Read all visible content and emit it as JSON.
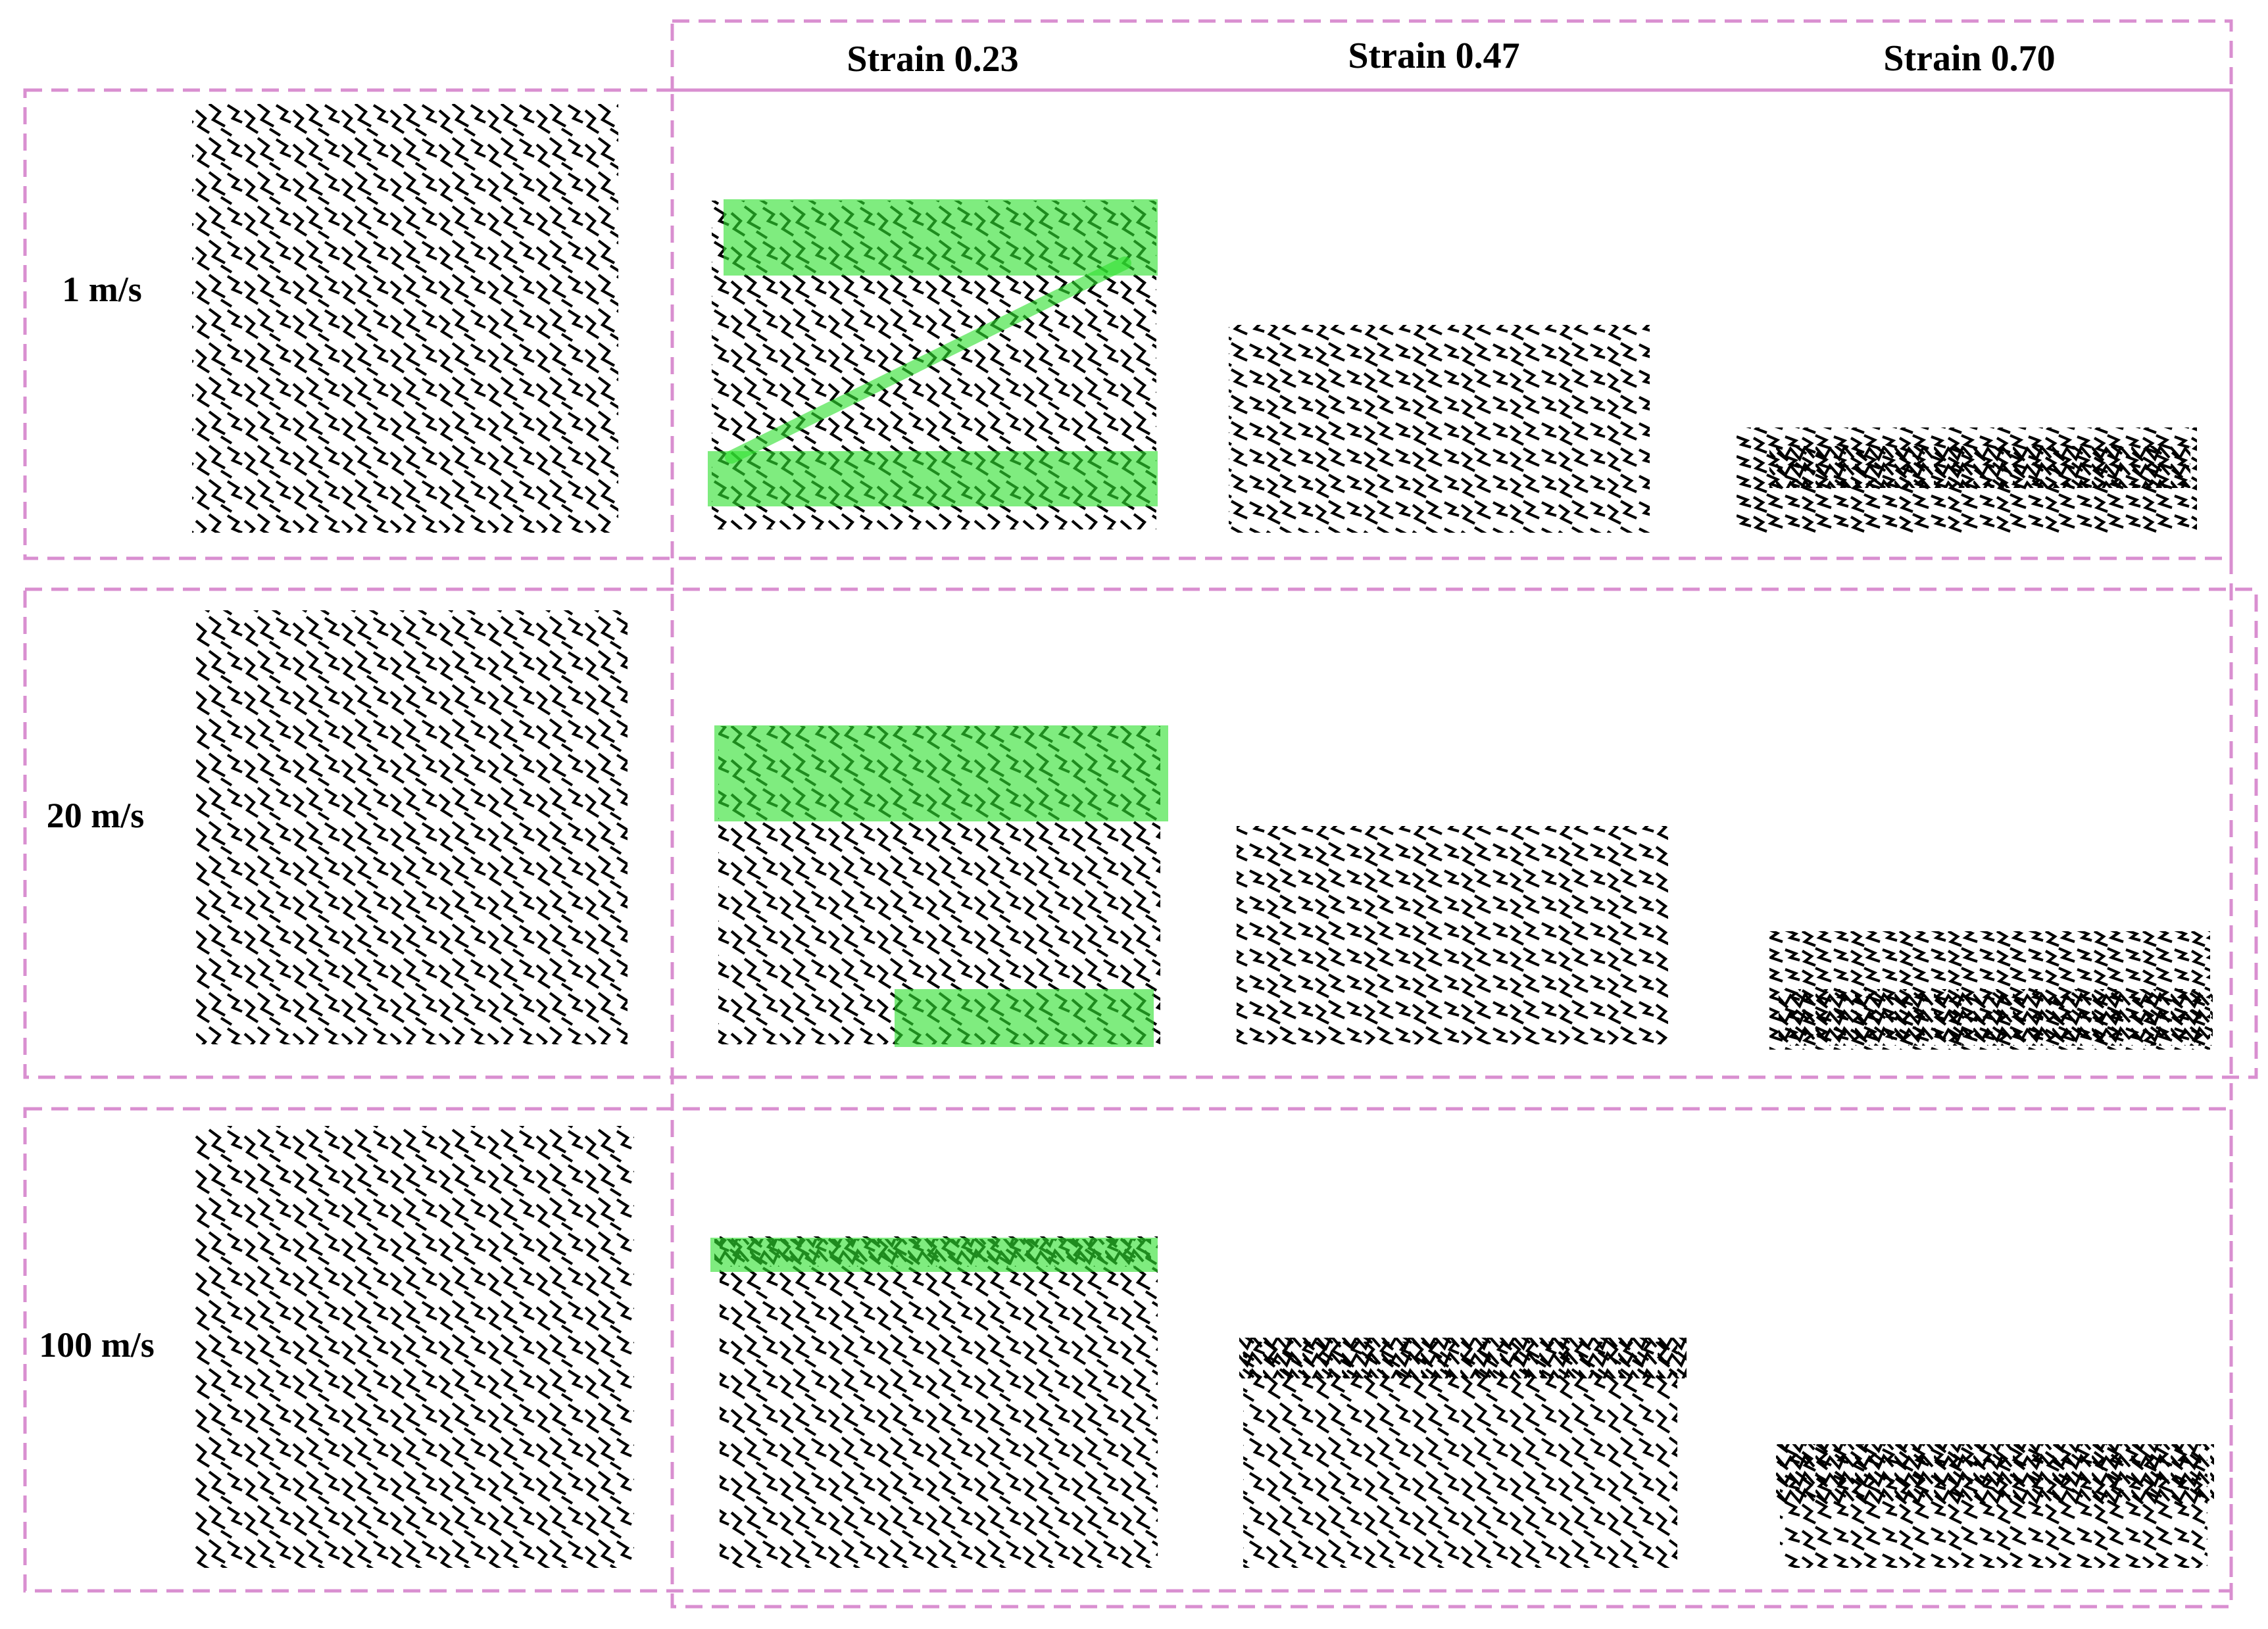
{
  "columns": [
    "Strain 0.23",
    "Strain 0.47",
    "Strain 0.70"
  ],
  "rows": [
    "1 m/s",
    "20 m/s",
    "100 m/s"
  ],
  "colors": {
    "frame_border": "#d98fd0",
    "highlight_band": "#30e030",
    "lattice_line": "#000000",
    "background": "#ffffff"
  },
  "icons": {
    "lattice_cell": "re-entrant-zigzag-lattice-icon",
    "highlight": "green-deformation-band-icon"
  }
}
